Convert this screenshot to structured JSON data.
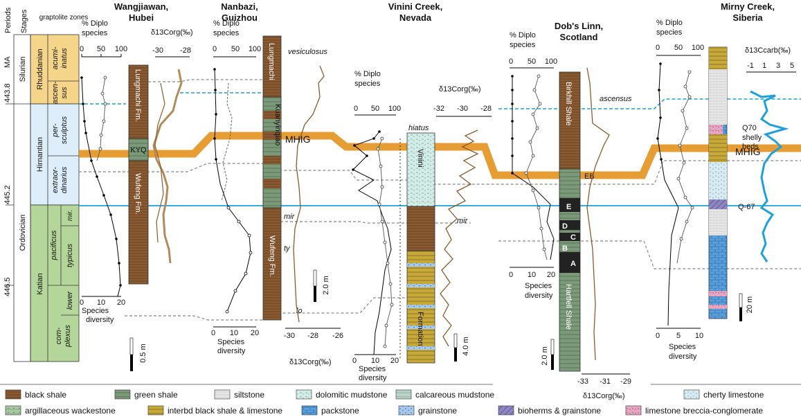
{
  "header": {
    "periods": "Periods",
    "stages": "Stages",
    "zones": "graptolite zones",
    "ma": "MA"
  },
  "timescale": {
    "ages": [
      "443.8",
      "445.2",
      "446.5"
    ],
    "periods": [
      "Silurian",
      "Ordovician"
    ],
    "stages": [
      "Rhuddanian",
      "Hirnantian",
      "Katian"
    ],
    "zones": [
      {
        "l1": "acumi-",
        "l2": "inatus"
      },
      {
        "l1": "ascen-",
        "l2": "sus"
      },
      {
        "l1": "per-",
        "l2": "sculptus"
      },
      {
        "l1": "extraor-",
        "l2": "dinarius"
      },
      {
        "l1": "mir.",
        "l2": ""
      },
      {
        "l1": "typicus",
        "l2": ""
      },
      {
        "l1": "lower",
        "l2": ""
      },
      {
        "l1": "com-",
        "l2": "plexus"
      }
    ],
    "pacificus": "pacificus"
  },
  "axes": {
    "diplo_l1": "% Diplo",
    "diplo_l2": "species",
    "ticks_0_100": [
      "0",
      "50",
      "100"
    ],
    "ticks_0_20": [
      "0",
      "10",
      "20"
    ],
    "ticks_0_10": [
      "0",
      "5",
      "10"
    ],
    "div_l1": "Species",
    "div_l2": "diversity",
    "d13corg": "δ13Corg(‰)",
    "d13ccarb": "δ13Ccarb(‰)"
  },
  "sections": {
    "wangjiawan": {
      "title1": "Wangjiawan,",
      "title2": "Hubei",
      "fm1": "Lungmachi Fm.",
      "fm2": "Wufeng Fm.",
      "kyq": "KYQ",
      "iso_ticks": [
        "-30",
        "-28"
      ],
      "scale": "0.5 m"
    },
    "nanbazi": {
      "title1": "Nanbazi,",
      "title2": "Guizhou",
      "fm1": "Lungmachi",
      "fm2": "Kuanyinqiao",
      "fm3": "Wufeng Fm.",
      "iso_ticks": [
        "-30",
        "-28",
        "-26"
      ],
      "scale": "2.0 m",
      "labels": [
        "vesiculosus",
        "mir",
        "ty",
        "lo"
      ]
    },
    "vinini": {
      "title1": "Vinini Creek,",
      "title2": "Nevada",
      "fm1": "Vinini",
      "fm2": "Formation",
      "hiatus": "hiatus",
      "iso_ticks": [
        "-32",
        "-30",
        "-28"
      ],
      "scale": "4.0 m",
      "labels": [
        "mir"
      ]
    },
    "dobslinn": {
      "title1": "Dob's Linn,",
      "title2": "Scotland",
      "fm1": "Birkhill Shale",
      "fm2": "Hartfell Shale",
      "beds": [
        "EB",
        "E",
        "D",
        "C",
        "B",
        "A"
      ],
      "iso_ticks": [
        "-33",
        "-31",
        "-29"
      ],
      "scale": "2.0 m",
      "ascensus": "ascensus"
    },
    "mirny": {
      "title1": "Mirny Creek,",
      "title2": "Siberia",
      "iso_ticks": [
        "-1",
        "1",
        "3",
        "5"
      ],
      "scale": "20 m",
      "q70": "Q70",
      "shelly1": "shelly",
      "shelly2": "beds",
      "q67": "Q-67"
    }
  },
  "mhig": "MHIG",
  "legend": [
    {
      "name": "black shale",
      "color": "#8a5a32"
    },
    {
      "name": "green shale",
      "color": "#7c9a7a"
    },
    {
      "name": "siltstone",
      "color": "#cfcfcf"
    },
    {
      "name": "dolomitic mudstone",
      "color": "#d4ece8"
    },
    {
      "name": "calcareous mudstone",
      "color": "#b9d3c8"
    },
    {
      "name": "cherty limestone",
      "color": "#d9ebf2"
    },
    {
      "name": "argillaceous wackestone",
      "color": "#a9c9a4"
    },
    {
      "name": "interbd black shale & limestone",
      "color": "#c7a93a"
    },
    {
      "name": "packstone",
      "color": "#5aa0dc"
    },
    {
      "name": "grainstone",
      "color": "#a6c9ec"
    },
    {
      "name": "bioherms & grainstone",
      "color": "#8e86c0"
    },
    {
      "name": "limestone breccia-conglomerate",
      "color": "#e6a6c2"
    }
  ],
  "colors": {
    "mhig": "#e3921e",
    "d13c": "#8b5a2b",
    "d13ccarb": "#1ea0dc",
    "blue_line": "#1aa0dc",
    "zone_fill": "#f5d58a",
    "hirnant_fill": "#ddeefa",
    "katian_fill": "#b5d69a"
  }
}
